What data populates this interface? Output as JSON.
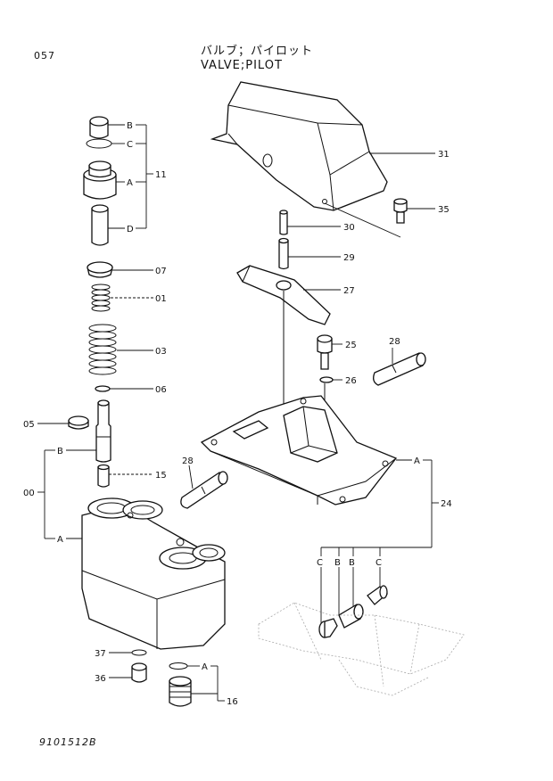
{
  "header": {
    "page_number": "057",
    "title_japanese": "バルブ；パイロット",
    "title_english": "VALVE;PILOT"
  },
  "footer": {
    "drawing_code": "9101512B"
  },
  "callouts": {
    "c_11": "11",
    "c_b_top": "B",
    "c_c_top": "C",
    "c_a_top": "A",
    "c_d_top": "D",
    "c_07": "07",
    "c_01": "01",
    "c_03": "03",
    "c_06": "06",
    "c_05": "05",
    "c_00": "00",
    "c_b_left": "B",
    "c_a_left": "A",
    "c_15": "15",
    "c_37": "37",
    "c_36": "36",
    "c_a_bottom": "A",
    "c_16": "16",
    "c_31": "31",
    "c_35": "35",
    "c_30": "30",
    "c_29": "29",
    "c_27": "27",
    "c_25": "25",
    "c_28_right": "28",
    "c_26": "26",
    "c_28_left": "28",
    "c_a_right": "A",
    "c_24": "24",
    "c_sub_c1": "C",
    "c_sub_b1": "B",
    "c_sub_b2": "B",
    "c_sub_c2": "C"
  }
}
